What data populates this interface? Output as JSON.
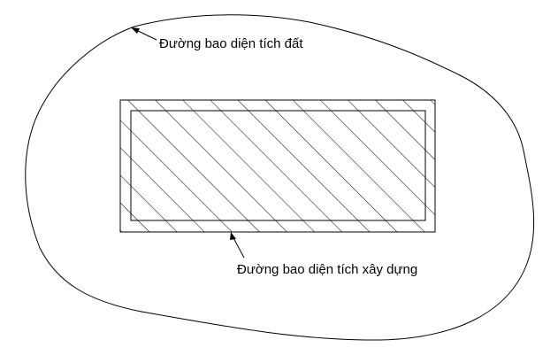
{
  "labels": {
    "land_boundary": "Đường bao diện tích đất",
    "building_boundary": "Đường bao diện tích xây dựng"
  },
  "colors": {
    "background": "#ffffff",
    "stroke": "#000000"
  },
  "hatch": {
    "pattern": "diagonal lines"
  }
}
